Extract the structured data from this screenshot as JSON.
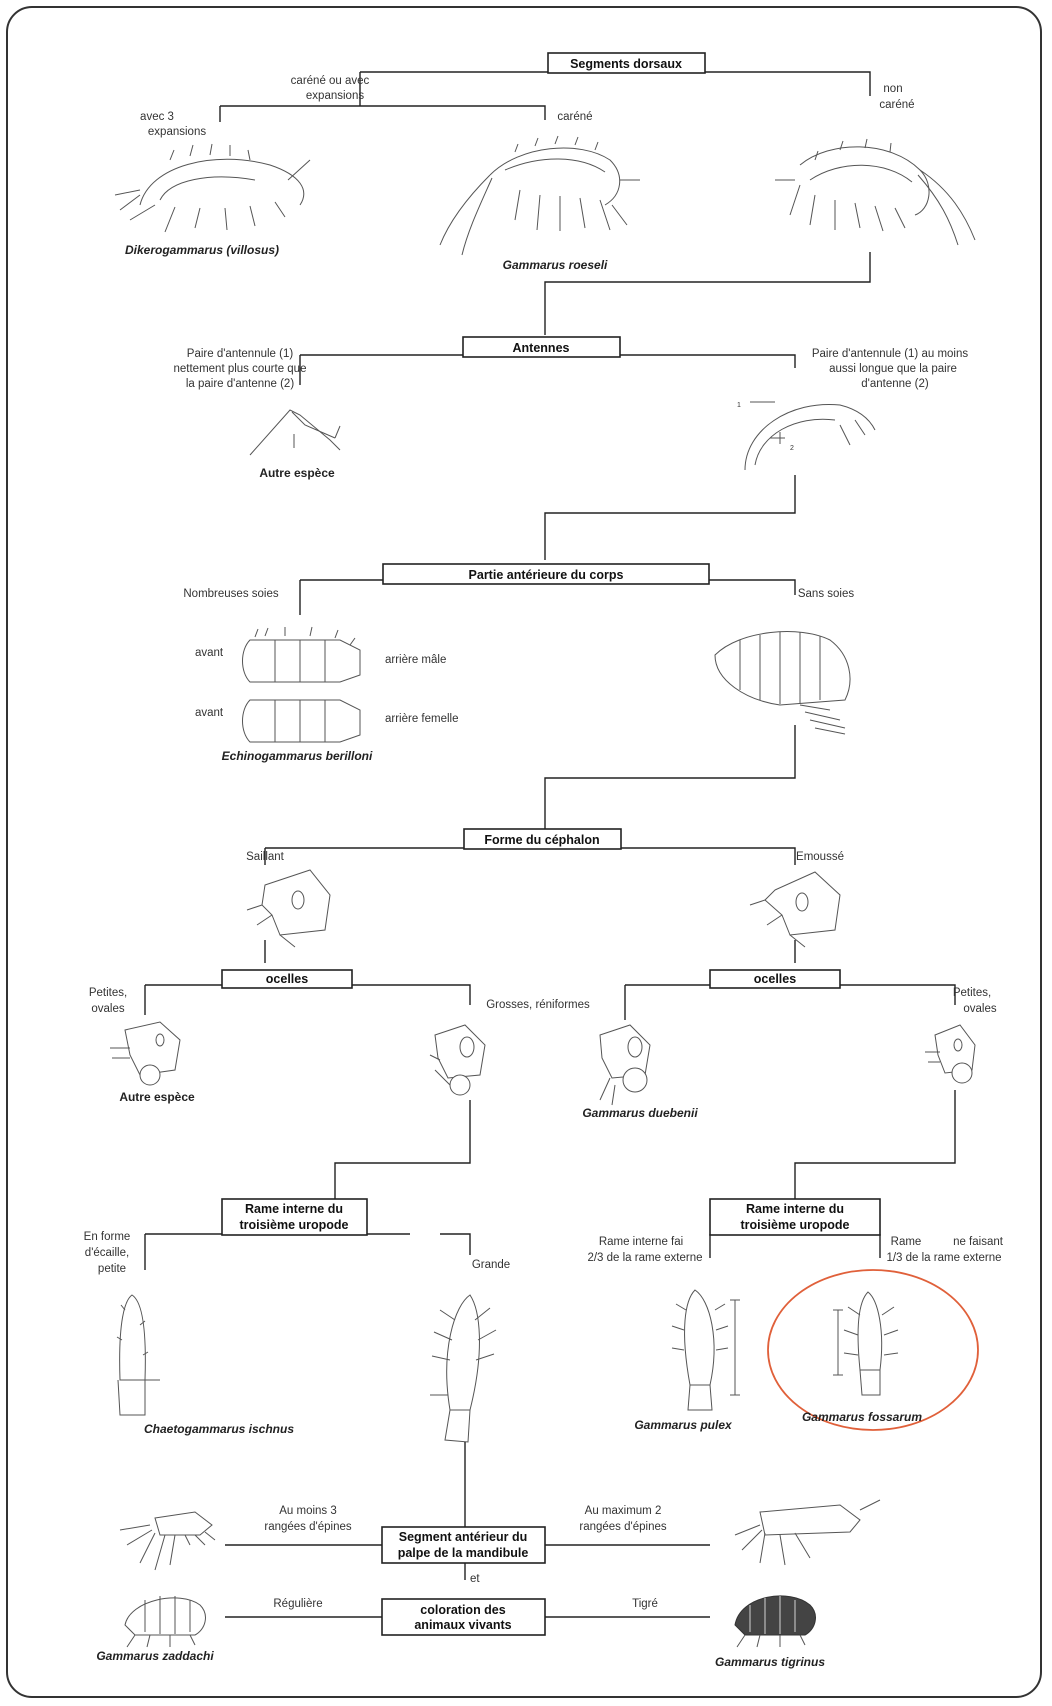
{
  "key": {
    "nodes": {
      "dorsal": "Segments dorsaux",
      "antennes": "Antennes",
      "anterior": "Partie antérieure du corps",
      "cephalon": "Forme du céphalon",
      "ocelles_left": "ocelles",
      "ocelles_right": "ocelles",
      "rame_left_1": "Rame interne du",
      "rame_left_2": "troisième uropode",
      "rame_right_1": "Rame interne du",
      "rame_right_2": "troisième uropode",
      "mandible_1": "Segment antérieur du",
      "mandible_2": "palpe de la mandibule",
      "color_1": "coloration des",
      "color_2": "animaux vivants"
    },
    "labels": {
      "carene_avec_1": "caréné ou avec",
      "carene_avec_2": "expansions",
      "avec3_1": "avec 3",
      "avec3_2": "expansions",
      "carene": "caréné",
      "non_carene_1": "non",
      "non_carene_2": "caréné",
      "ant_short_1": "Paire d'antennule (1)",
      "ant_short_2": "nettement plus courte que",
      "ant_short_3": "la paire d'antenne (2)",
      "ant_long_1": "Paire d'antennule (1) au moins",
      "ant_long_2": "aussi longue que la paire",
      "ant_long_3": "d'antenne (2)",
      "nombreuses": "Nombreuses soies",
      "sans_soies": "Sans soies",
      "avant_1": "avant",
      "arriere_male": "arrière mâle",
      "avant_2": "avant",
      "arriere_femelle": "arrière femelle",
      "saillant": "Saillant",
      "emousse": "Emoussé",
      "petites_ovales_l_1": "Petites,",
      "petites_ovales_l_2": "ovales",
      "grosses": "Grosses, réniformes",
      "petites_ovales_r_1": "Petites,",
      "petites_ovales_r_2": "ovales",
      "ecaille_1": "En forme",
      "ecaille_2": "d'écaille,",
      "ecaille_3": "petite",
      "grande": "Grande",
      "rame_23_1": "Rame interne fai",
      "rame_23_2": "2/3 de la rame externe",
      "rame_13_a": "Rame",
      "rame_13_b": "ne faisant",
      "rame_13_2": "1/3 de la rame externe",
      "moins3_1": "Au moins 3",
      "moins3_2": "rangées d'épines",
      "max2_1": "Au maximum 2",
      "max2_2": "rangées d'épines",
      "et": "et",
      "reguliere": "Régulière",
      "tigre": "Tigré",
      "arrow_1": "1",
      "arrow_2": "2"
    },
    "species": {
      "dikero": "Dikerogammarus (villosus)",
      "roeseli": "Gammarus roeseli",
      "autre1": "Autre espèce",
      "echino": "Echinogammarus berilloni",
      "autre2": "Autre espèce",
      "duebenii": "Gammarus duebenii",
      "chaeto": "Chaetogammarus ischnus",
      "pulex": "Gammarus pulex",
      "fossarum": "Gammarus fossarum",
      "zaddachi": "Gammarus zaddachi",
      "tigrinus": "Gammarus tigrinus"
    },
    "highlight_color": "#e0603a"
  }
}
